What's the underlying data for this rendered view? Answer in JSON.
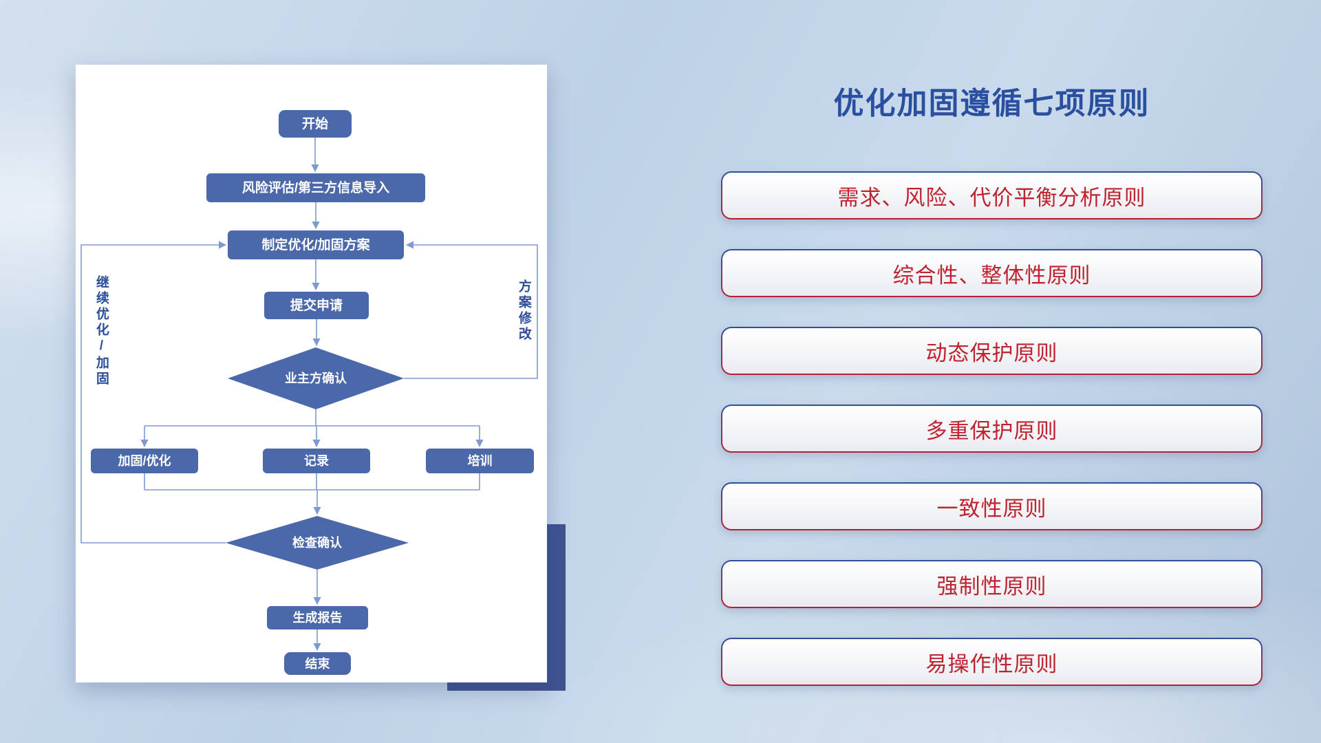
{
  "flowchart": {
    "start": "开始",
    "risk_import": "风险评估/第三方信息导入",
    "make_plan": "制定优化/加固方案",
    "submit": "提交申请",
    "owner_confirm": "业主方确认",
    "reinforce": "加固/优化",
    "record": "记录",
    "training": "培训",
    "check_confirm": "检查确认",
    "report": "生成报告",
    "end": "结束",
    "loop_left_label": "继续优化/加固",
    "loop_right_label": "方案修改"
  },
  "panel": {
    "title": "优化加固遵循七项原则",
    "principles": [
      "需求、风险、代价平衡分析原则",
      "综合性、整体性原则",
      "动态保护原则",
      "多重保护原则",
      "一致性原则",
      "强制性原则",
      "易操作性原则"
    ]
  },
  "colors": {
    "node_blue": "#4a68aa",
    "connector_blue": "#7d9ad1",
    "title_blue": "#2b4fa0",
    "principle_red": "#bf2330",
    "accent_navy": "#3e5390"
  }
}
